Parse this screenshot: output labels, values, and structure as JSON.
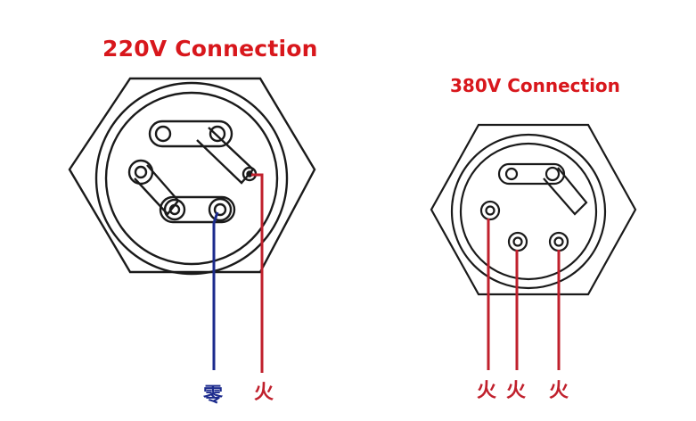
{
  "connections": [
    {
      "title": "220V Connection",
      "labels": {
        "neutral": "零",
        "live": "火"
      },
      "colors": {
        "neutral_wire": "#1b2a8c",
        "live_wire": "#c0202c"
      }
    },
    {
      "title": "380V  Connection",
      "labels": {
        "live_1": "火",
        "live_2": "火",
        "live_3": "火"
      },
      "colors": {
        "live_wire": "#c0202c"
      }
    }
  ],
  "colors": {
    "title": "#d8171c",
    "outline": "#1a1a1a"
  }
}
